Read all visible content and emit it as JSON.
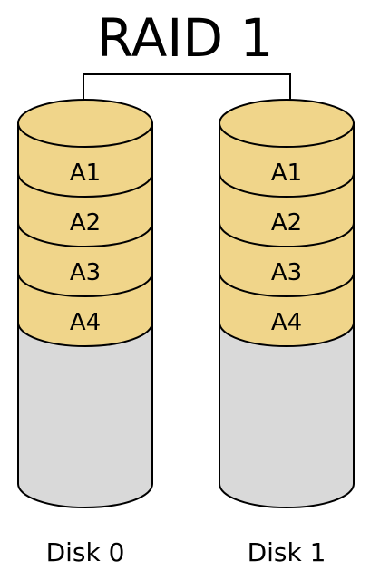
{
  "title": "RAID 1",
  "disks": [
    {
      "label": "Disk 0",
      "blocks": [
        "A1",
        "A2",
        "A3",
        "A4"
      ]
    },
    {
      "label": "Disk 1",
      "blocks": [
        "A1",
        "A2",
        "A3",
        "A4"
      ]
    }
  ],
  "colors": {
    "block_fill": "#f0d58a",
    "empty_fill": "#d9d9d9",
    "stroke": "#000000"
  }
}
